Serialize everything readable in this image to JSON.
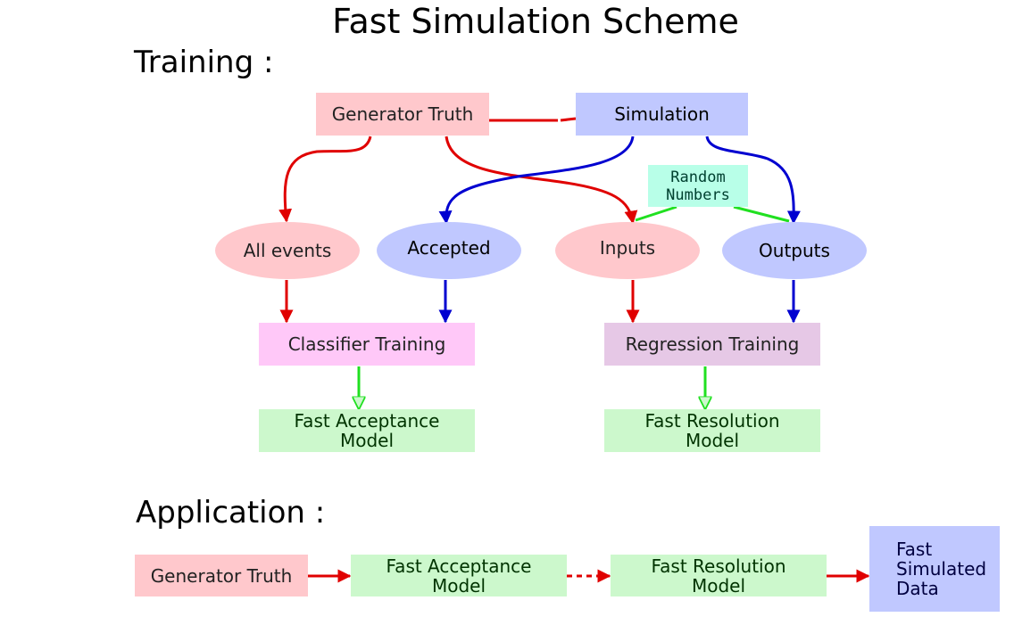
{
  "title": "Fast Simulation Scheme",
  "training": {
    "label": "Training :",
    "generator_truth": "Generator Truth",
    "simulation": "Simulation",
    "random_numbers": [
      "Random",
      "Numbers"
    ],
    "all_events": "All events",
    "accepted": "Accepted",
    "inputs": "Inputs",
    "outputs": "Outputs",
    "classifier_training": "Classifier Training",
    "regression_training": "Regression Training",
    "fast_acceptance_model": [
      "Fast Acceptance",
      "Model"
    ],
    "fast_resolution_model": [
      "Fast Resolution",
      "Model"
    ]
  },
  "application": {
    "label": "Application :",
    "generator_truth": "Generator Truth",
    "fast_acceptance_model": [
      "Fast Acceptance",
      "Model"
    ],
    "fast_resolution_model": [
      "Fast Resolution",
      "Model"
    ],
    "fast_simulated_data": [
      "Fast",
      "Simulated",
      "Data"
    ]
  },
  "colors": {
    "truth_fill": "#ffc8cc",
    "simulation_fill": "#c0c8ff",
    "model_fill": "#ccf8cc",
    "classifier_fill": "#ffc8f8",
    "regression_fill": "#e6c8e6",
    "random_fill": "#b8ffe8",
    "red_arrow": "#e00000",
    "blue_arrow": "#0000d0",
    "green_arrow": "#20e020"
  }
}
